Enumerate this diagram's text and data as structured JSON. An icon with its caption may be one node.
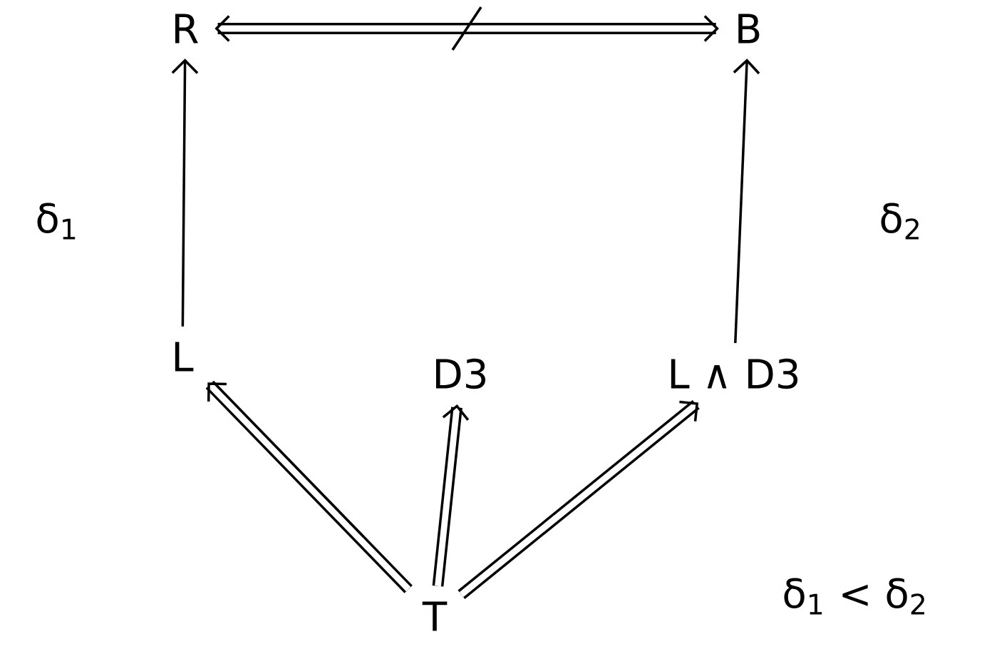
{
  "diagram": {
    "nodes": [
      {
        "text": [
          "R"
        ]
      },
      {
        "text": [
          "B"
        ]
      },
      {
        "text": [
          "L"
        ]
      },
      {
        "text": [
          "D3"
        ]
      },
      {
        "text": [
          "L ∧ D3"
        ]
      },
      {
        "text": [
          "T"
        ]
      }
    ],
    "edges": [
      {
        "from": 0,
        "to": 1,
        "arrow": "both"
      },
      {
        "from": 2,
        "to": 0,
        "arrow": "to"
      },
      {
        "from": 4,
        "to": 1,
        "arrow": "to"
      },
      {
        "from": 5,
        "to": 2,
        "arrow": "to"
      },
      {
        "from": 5,
        "to": 3,
        "arrow": "to"
      },
      {
        "from": 5,
        "to": 4,
        "arrow": "to"
      }
    ],
    "labels": [
      "δ$_{1}$",
      "δ$_{2}$",
      "δ$_{1}$ < δ$_{2}$"
    ]
  }
}
